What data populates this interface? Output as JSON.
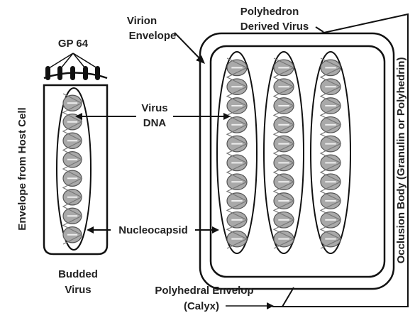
{
  "labels": {
    "gp64": "GP 64",
    "virion_envelope_line1": "Virion",
    "virion_envelope_line2": "Envelope",
    "polyhedron_derived_line1": "Polyhedron",
    "polyhedron_derived_line2": "Derived Virus",
    "virus_dna_line1": "Virus",
    "virus_dna_line2": "DNA",
    "envelope_host_cell": "Envelope from Host Cell",
    "nucleocapsid": "Nucleocapsid",
    "budded_virus_line1": "Budded",
    "budded_virus_line2": "Virus",
    "polyhedral_envelope_line1": "Polyhedral Envelop",
    "polyhedral_envelope_line2": "(Calyx)",
    "occlusion_body": "Occlusion Body (Granulin or Polyhedrin)"
  },
  "colors": {
    "line": "#111111",
    "text": "#222222",
    "helix_fill": "#a9a9a9",
    "helix_stroke": "#555555"
  }
}
